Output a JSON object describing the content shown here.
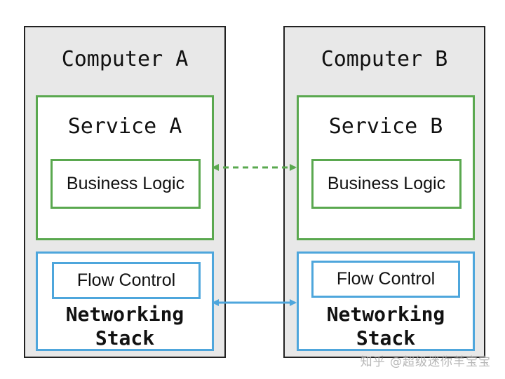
{
  "computer_a": {
    "title": "Computer A",
    "service_title": "Service A",
    "logic_label": "Business Logic",
    "flow_label": "Flow Control",
    "stack_line1": "Networking",
    "stack_line2": "Stack"
  },
  "computer_b": {
    "title": "Computer B",
    "service_title": "Service B",
    "logic_label": "Business Logic",
    "flow_label": "Flow Control",
    "stack_line1": "Networking",
    "stack_line2": "Stack"
  },
  "colors": {
    "service_border": "#5aa84f",
    "network_border": "#4ea6dc",
    "computer_fill": "#e8e8e8"
  },
  "watermark": "知乎 @超级迷你羊宝宝"
}
